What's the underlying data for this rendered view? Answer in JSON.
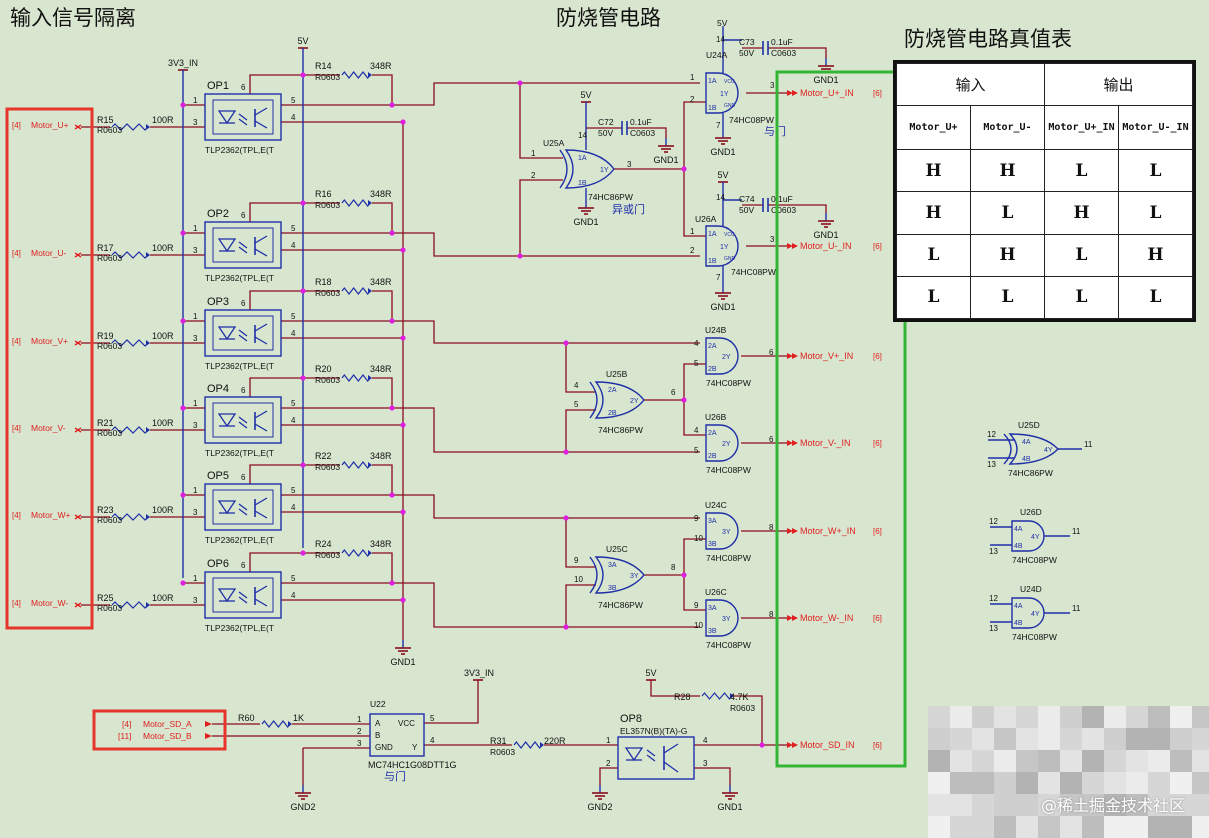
{
  "titles": {
    "input_isolation": "输入信号隔离",
    "shoot_through": "防烧管电路",
    "truth_table": "防烧管电路真值表"
  },
  "colors": {
    "background": "#d8e6cf",
    "wire": "#8b0d1f",
    "component": "#1f2fa8",
    "net_label": "#e02020",
    "junction": "#e020e0",
    "red_box": "#e6352b",
    "green_box": "#33b533"
  },
  "power": {
    "vcc5": "5V",
    "vcc33": "3V3_IN",
    "gnd1": "GND1",
    "gnd2": "GND2"
  },
  "inputs": [
    {
      "sheet": "[4]",
      "net": "Motor_U+",
      "res": "R15",
      "val": "100R",
      "fp": "R0603",
      "op": "OP1",
      "pull": "R14",
      "pull_val": "348R"
    },
    {
      "sheet": "[4]",
      "net": "Motor_U-",
      "res": "R17",
      "val": "100R",
      "fp": "R0603",
      "op": "OP2",
      "pull": "R16",
      "pull_val": "348R"
    },
    {
      "sheet": "[4]",
      "net": "Motor_V+",
      "res": "R19",
      "val": "100R",
      "fp": "R0603",
      "op": "OP3",
      "pull": "R18",
      "pull_val": "348R"
    },
    {
      "sheet": "[4]",
      "net": "Motor_V-",
      "res": "R21",
      "val": "100R",
      "fp": "R0603",
      "op": "OP4",
      "pull": "R20",
      "pull_val": "348R"
    },
    {
      "sheet": "[4]",
      "net": "Motor_W+",
      "res": "R23",
      "val": "100R",
      "fp": "R0603",
      "op": "OP5",
      "pull": "R22",
      "pull_val": "348R"
    },
    {
      "sheet": "[4]",
      "net": "Motor_W-",
      "res": "R25",
      "val": "100R",
      "fp": "R0603",
      "op": "OP6",
      "pull": "R24",
      "pull_val": "348R"
    }
  ],
  "opto_part": "TLP2362(TPL,E(T",
  "caps": [
    {
      "ref": "C73",
      "val": "0.1uF",
      "v": "50V",
      "fp": "C0603"
    },
    {
      "ref": "C72",
      "val": "0.1uF",
      "v": "50V",
      "fp": "C0603"
    },
    {
      "ref": "C74",
      "val": "0.1uF",
      "v": "50V",
      "fp": "C0603"
    }
  ],
  "gates": {
    "and_part": "74HC08PW",
    "xor_part": "74HC86PW",
    "u24a": "U24A",
    "u25a": "U25A",
    "u26a": "U26A",
    "u24b": "U24B",
    "u25b": "U25B",
    "u26b": "U26B",
    "u24c": "U24C",
    "u25c": "U25C",
    "u26c": "U26C",
    "u25d": "U25D",
    "u26d": "U26D",
    "u24d": "U24D",
    "and_note": "与门",
    "xor_note": "异或门"
  },
  "outputs": [
    {
      "net": "Motor_U+_IN",
      "sheet": "[6]"
    },
    {
      "net": "Motor_U-_IN",
      "sheet": "[6]"
    },
    {
      "net": "Motor_V+_IN",
      "sheet": "[6]"
    },
    {
      "net": "Motor_V-_IN",
      "sheet": "[6]"
    },
    {
      "net": "Motor_W+_IN",
      "sheet": "[6]"
    },
    {
      "net": "Motor_W-_IN",
      "sheet": "[6]"
    }
  ],
  "sd": {
    "in_a": {
      "sheet": "[4]",
      "net": "Motor_SD_A"
    },
    "in_b": {
      "sheet": "[11]",
      "net": "Motor_SD_B"
    },
    "r60": "R60",
    "r60_val": "1K",
    "u22": "U22",
    "u22_part": "MC74HC1G08DTT1G",
    "u22_note": "与门",
    "r31": "R31",
    "r31_val": "220R",
    "r31_fp": "R0603",
    "op8": "OP8",
    "op8_part": "EL357N(B)(TA)-G",
    "r28": "R28",
    "r28_val": "4.7K",
    "r28_fp": "R0603",
    "out": {
      "net": "Motor_SD_IN",
      "sheet": "[6]"
    }
  },
  "truth_table": {
    "group_headers": [
      "输入",
      "输出"
    ],
    "columns": [
      "Motor_U+",
      "Motor_U-",
      "Motor_U+_IN",
      "Motor_U-_IN"
    ],
    "rows": [
      [
        "H",
        "H",
        "L",
        "L"
      ],
      [
        "H",
        "L",
        "H",
        "L"
      ],
      [
        "L",
        "H",
        "L",
        "H"
      ],
      [
        "L",
        "L",
        "L",
        "L"
      ]
    ]
  },
  "watermark": "@稀土掘金技术社区"
}
